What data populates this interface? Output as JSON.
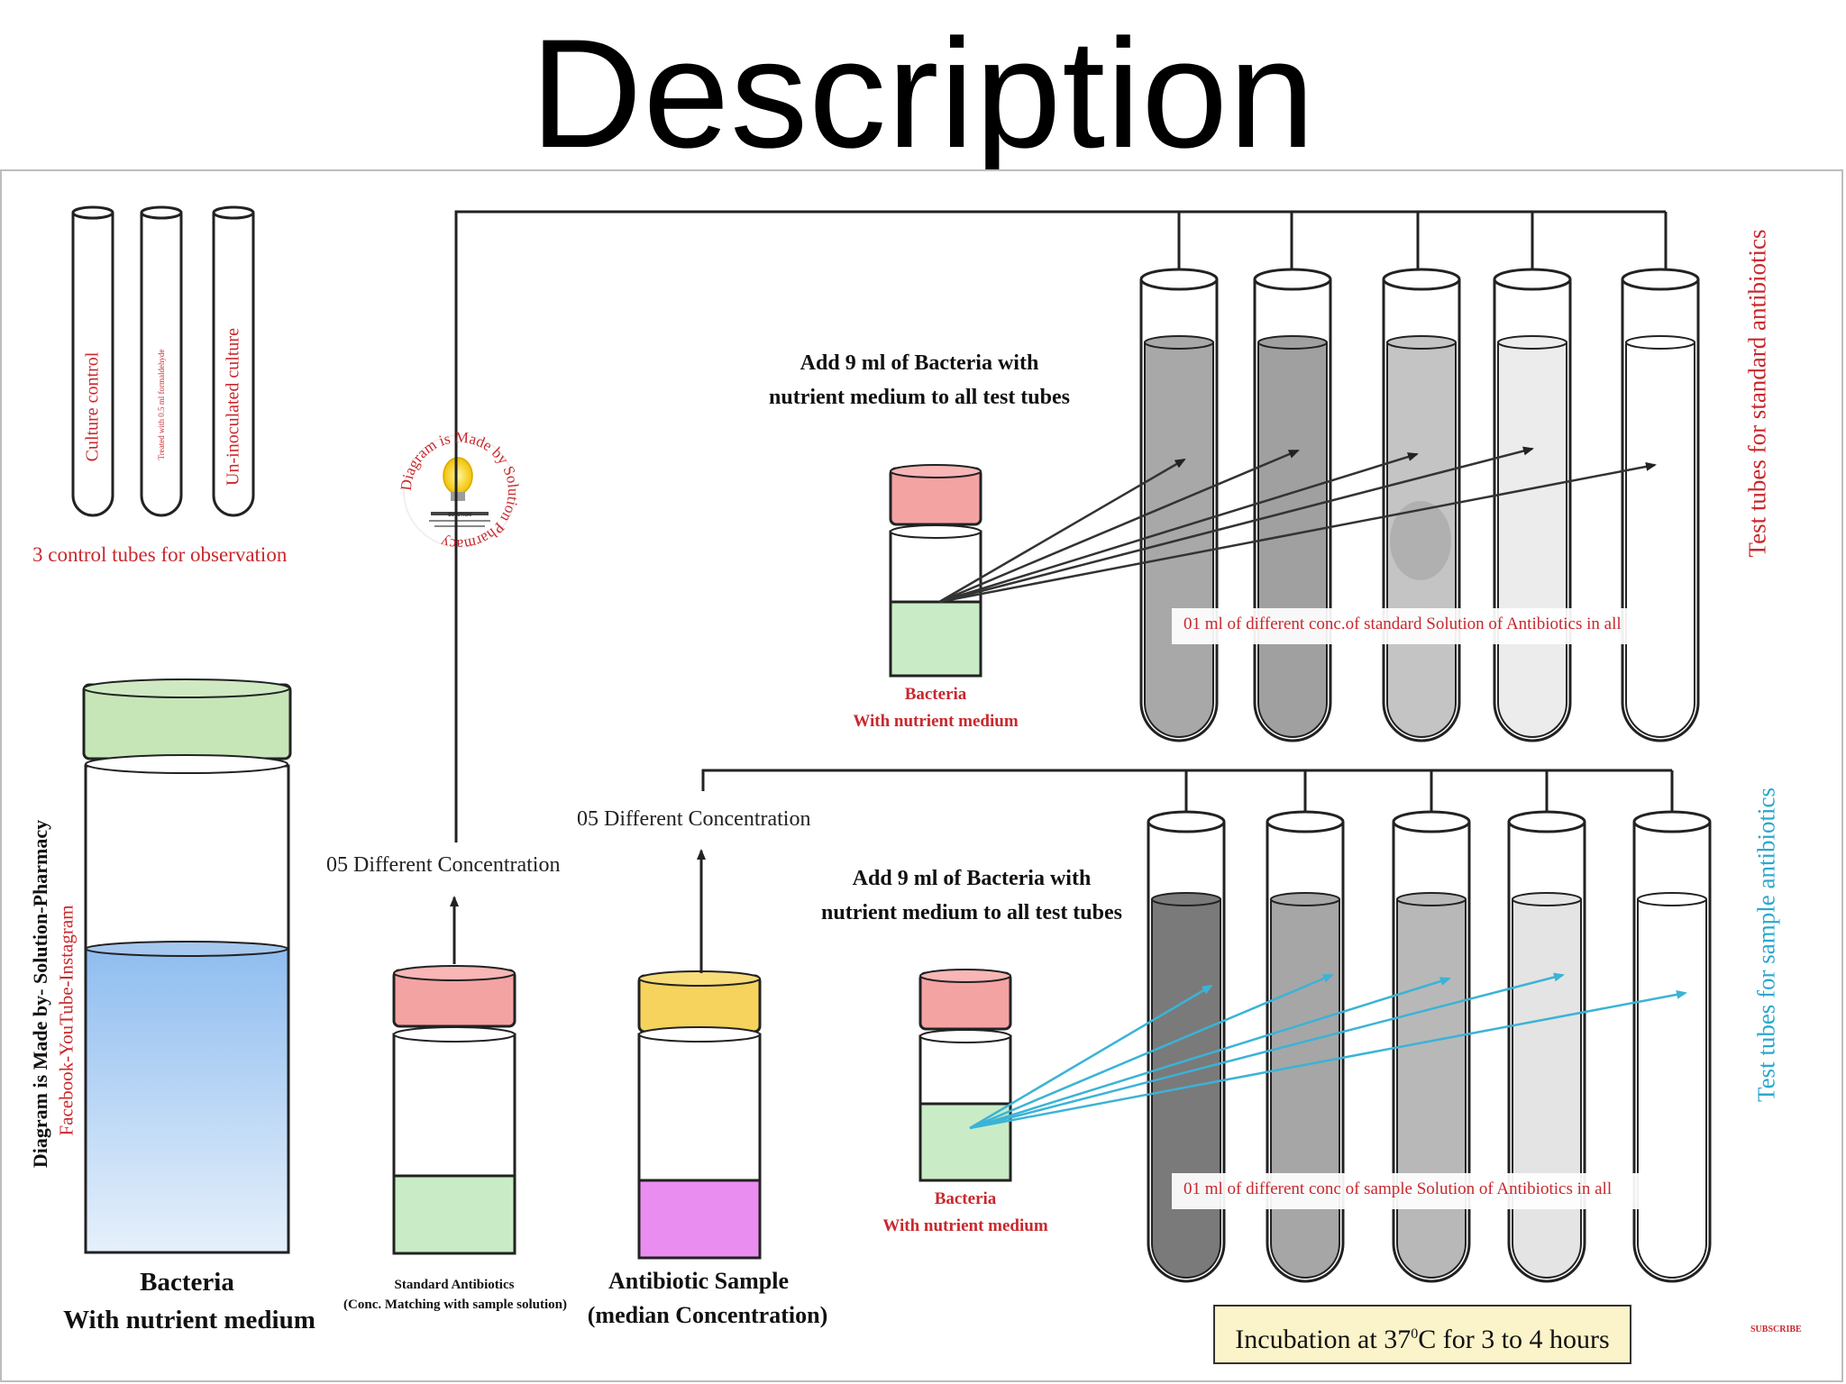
{
  "title": "Description",
  "controls": {
    "tubes": [
      "Culture control",
      "Treated with 0.5 ml formaldehyde",
      "Un-inoculated culture"
    ],
    "caption": "3 control tubes for observation"
  },
  "credit_vertical": {
    "line1": "Diagram is Made by- Solution-Pharmacy",
    "line2": "Facebook-YouTube-Instagram"
  },
  "logo": {
    "ring_text": "Diagram is Made by Solution Pharmacy",
    "inner_text": "SOLUTION"
  },
  "big_jar": {
    "label1": "Bacteria",
    "label2": "With nutrient medium"
  },
  "standard_vial": {
    "label1": "Standard Antibiotics",
    "label2": "(Conc. Matching with sample solution)"
  },
  "sample_vial": {
    "label1": "Antibiotic Sample",
    "label2": "(median Concentration)"
  },
  "conc_label_left": "05 Different Concentration",
  "conc_label_mid": "05 Different Concentration",
  "top_section": {
    "instruction1": "Add 9 ml of Bacteria with",
    "instruction2": "nutrient medium to all test tubes",
    "vial_label1": "Bacteria",
    "vial_label2": "With nutrient medium",
    "overlay": "01 ml of  different conc.of standard Solution of Antibiotics in all",
    "side_label": "Test tubes for standard antibiotics",
    "tube_fill_colors": [
      "#a8a8a8",
      "#a0a0a0",
      "#c4c4c4",
      "#ececec",
      "#ffffff"
    ]
  },
  "bottom_section": {
    "instruction1": "Add 9 ml of Bacteria with",
    "instruction2": "nutrient medium to all test tubes",
    "vial_label1": "Bacteria",
    "vial_label2": "With nutrient medium",
    "overlay": "01 ml of  different conc of  sample Solution of Antibiotics in all",
    "side_label": "Test tubes for sample antibiotics",
    "tube_fill_colors": [
      "#7a7a7a",
      "#a6a6a6",
      "#b8b8b8",
      "#e4e4e4",
      "#ffffff"
    ]
  },
  "incubation": {
    "prefix": "Incubation at 37",
    "sup": "0",
    "suffix": "C for 3 to 4 hours"
  },
  "subscribe": "SUBSCRIBE",
  "colors": {
    "red_text": "#c8282d",
    "blue_text": "#2aa8cf",
    "cap_red": "#f4a3a3",
    "cap_green": "#c6e6b8",
    "cap_yellow": "#f5d35c",
    "liquid_green": "#c9ecc6",
    "liquid_pink": "#ea8df0",
    "liquid_blue": "#a8cdf0"
  }
}
